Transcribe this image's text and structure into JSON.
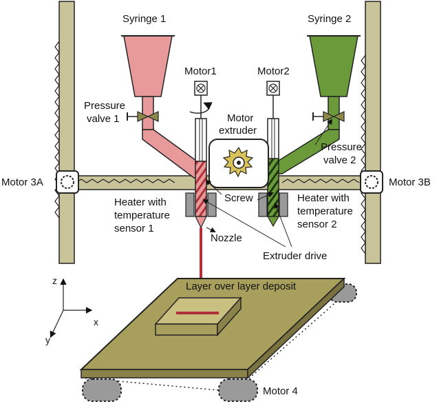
{
  "labels": {
    "syringe1": "Syringe 1",
    "syringe2": "Syringe 2",
    "motor1": "Motor1",
    "motor2": "Motor2",
    "pressure_valve1_l1": "Pressure",
    "pressure_valve1_l2": "valve 1",
    "pressure_valve2_l1": "Pressure",
    "pressure_valve2_l2": "valve 2",
    "motor_extruder_l1": "Motor",
    "motor_extruder_l2": "extruder",
    "motor3a": "Motor 3A",
    "motor3b": "Motor 3B",
    "heater1_l1": "Heater with",
    "heater1_l2": "temperature",
    "heater1_l3": "sensor 1",
    "heater2_l1": "Heater with",
    "heater2_l2": "temperature",
    "heater2_l3": "sensor 2",
    "screw": "Screw",
    "nozzle": "Nozzle",
    "extruder_drive": "Extruder drive",
    "layer_deposit": "Layer over layer deposit",
    "motor4": "Motor  4",
    "axis_z": "z",
    "axis_x": "x",
    "axis_y": "y"
  },
  "colors": {
    "frame": "#c9c39a",
    "syringe1": "#e89a9a",
    "syringe2": "#6a9a3a",
    "valve": "#8b8a4a",
    "platform": "#a89f5c",
    "filament": "#b0303a",
    "heater": "#9a9a9a"
  }
}
